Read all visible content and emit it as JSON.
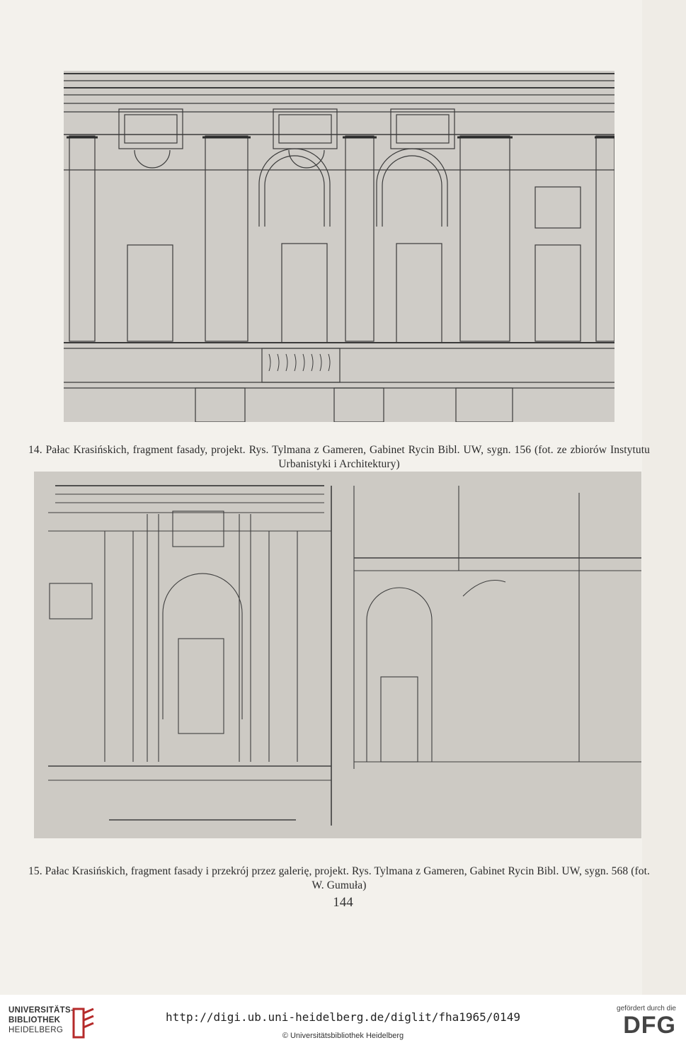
{
  "page": {
    "figure14_caption": "14. Pałac Krasińskich, fragment fasady, projekt. Rys. Tylmana z Gameren, Gabinet Rycin Bibl. UW, sygn. 156 (fot. ze zbiorów Instytutu Urbanistyki i Architektury)",
    "figure15_caption": "15. Pałac Krasińskich, fragment fasady i przekrój przez galerię, projekt. Rys. Tylmana z Gameren, Gabinet Rycin Bibl. UW, sygn. 568 (fot. W. Gumuła)",
    "page_number": "144",
    "colors": {
      "paper": "#f3f1ec",
      "drawing": "#cfccc7",
      "ink": "#2a2a2a"
    }
  },
  "footer": {
    "library_line1": "UNIVERSITÄTS-",
    "library_line2": "BIBLIOTHEK",
    "library_line3": "HEIDELBERG",
    "url": "http://digi.ub.uni-heidelberg.de/diglit/fha1965/0149",
    "copyright": "© Universitätsbibliothek Heidelberg",
    "funder_note": "gefördert durch die",
    "funder_name": "DFG",
    "library_icon": "ub-heidelberg-logo-icon",
    "funder_icon": "dfg-logo-icon"
  }
}
